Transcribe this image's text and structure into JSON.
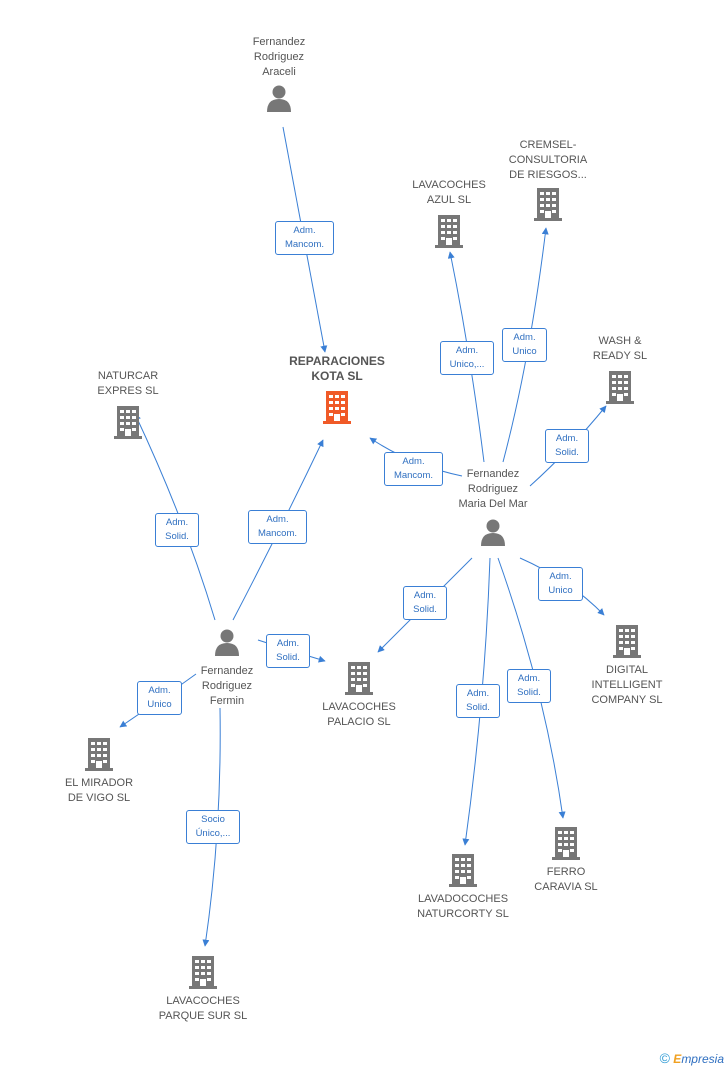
{
  "colors": {
    "edge": "#3a7fd5",
    "icon": "#777777",
    "focus": "#f05a28"
  },
  "nodes": [
    {
      "id": "araceli",
      "type": "person",
      "label": "Fernandez\nRodriguez\nAraceli"
    },
    {
      "id": "kota",
      "type": "company",
      "label": "REPARACIONES\nKOTA SL",
      "focus": true
    },
    {
      "id": "azul",
      "type": "company",
      "label": "LAVACOCHES\nAZUL SL"
    },
    {
      "id": "cremsel",
      "type": "company",
      "label": "CREMSEL-\nCONSULTORIA\nDE RIESGOS..."
    },
    {
      "id": "wash",
      "type": "company",
      "label": "WASH &\nREADY SL"
    },
    {
      "id": "naturcar",
      "type": "company",
      "label": "NATURCAR\nEXPRES SL"
    },
    {
      "id": "mariadelmar",
      "type": "person",
      "label": "Fernandez\nRodriguez\nMaria Del Mar"
    },
    {
      "id": "fermin",
      "type": "person",
      "label": "Fernandez\nRodriguez\nFermin"
    },
    {
      "id": "palacio",
      "type": "company",
      "label": "LAVACOCHES\nPALACIO SL"
    },
    {
      "id": "digital",
      "type": "company",
      "label": "DIGITAL\nINTELLIGENT\nCOMPANY SL"
    },
    {
      "id": "mirador",
      "type": "company",
      "label": "EL MIRADOR\nDE VIGO SL"
    },
    {
      "id": "naturcorty",
      "type": "company",
      "label": "LAVADOCOCHES\nNATURCORTY SL"
    },
    {
      "id": "ferro",
      "type": "company",
      "label": "FERRO\nCARAVIA  SL"
    },
    {
      "id": "parquesur",
      "type": "company",
      "label": "LAVACOCHES\nPARQUE SUR SL"
    }
  ],
  "edges": [
    {
      "label": "Adm.\nMancom."
    },
    {
      "label": "Adm.\nUnico,..."
    },
    {
      "label": "Adm.\nUnico"
    },
    {
      "label": "Adm.\nSolid."
    },
    {
      "label": "Adm.\nMancom."
    },
    {
      "label": "Adm.\nSolid."
    },
    {
      "label": "Adm.\nMancom."
    },
    {
      "label": "Adm.\nSolid."
    },
    {
      "label": "Adm.\nUnico"
    },
    {
      "label": "Adm.\nSolid."
    },
    {
      "label": "Adm.\nSolid."
    },
    {
      "label": "Adm.\nUnico"
    },
    {
      "label": "Socio\nÚnico,..."
    },
    {
      "label": "Adm.\nSolid."
    }
  ],
  "footer": {
    "copyright": "©",
    "brand_e": "E",
    "brand_rest": "mpresia"
  }
}
